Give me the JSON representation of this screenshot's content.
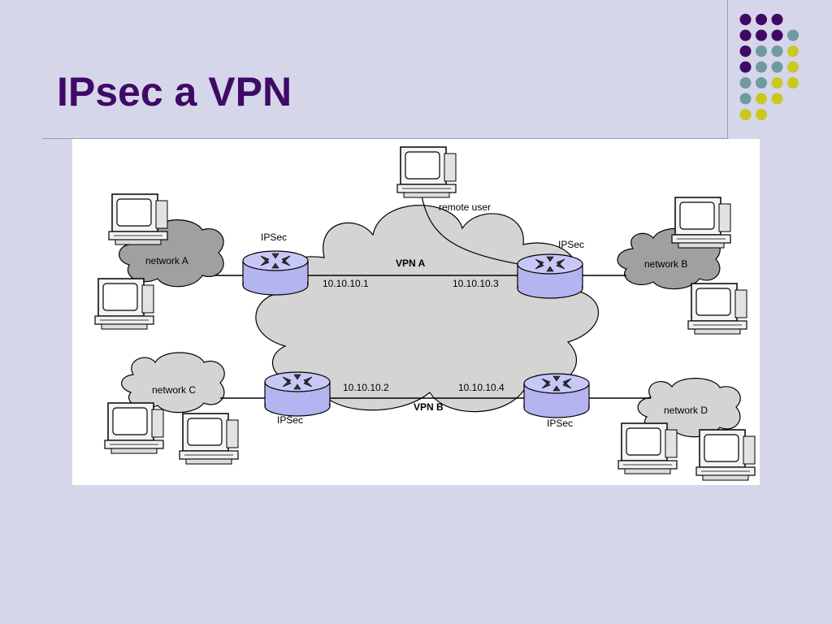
{
  "slide": {
    "title": "IPsec a VPN"
  },
  "theme": {
    "title_color": "#3f0a66",
    "background": "#d6d6ea",
    "dot_colors": {
      "purple": "#3f0a66",
      "teal": "#6f9aa0",
      "yellow": "#c8c81e"
    }
  },
  "diagram": {
    "networks": {
      "a": "network A",
      "b": "network B",
      "c": "network C",
      "d": "network D"
    },
    "remote_user": "remote user",
    "tunnels": {
      "vpn_a": "VPN A",
      "vpn_b": "VPN B"
    },
    "gateways": {
      "gw1": {
        "label": "IPSec",
        "ip": "10.10.10.1"
      },
      "gw2": {
        "label": "IPSec",
        "ip": "10.10.10.2"
      },
      "gw3": {
        "label": "IPSec",
        "ip": "10.10.10.3"
      },
      "gw4": {
        "label": "IPSec",
        "ip": "10.10.10.4"
      }
    },
    "colors": {
      "cloud_fill": "#d4d4d4",
      "router_fill": "#b4b4f0",
      "line": "#000000"
    }
  }
}
